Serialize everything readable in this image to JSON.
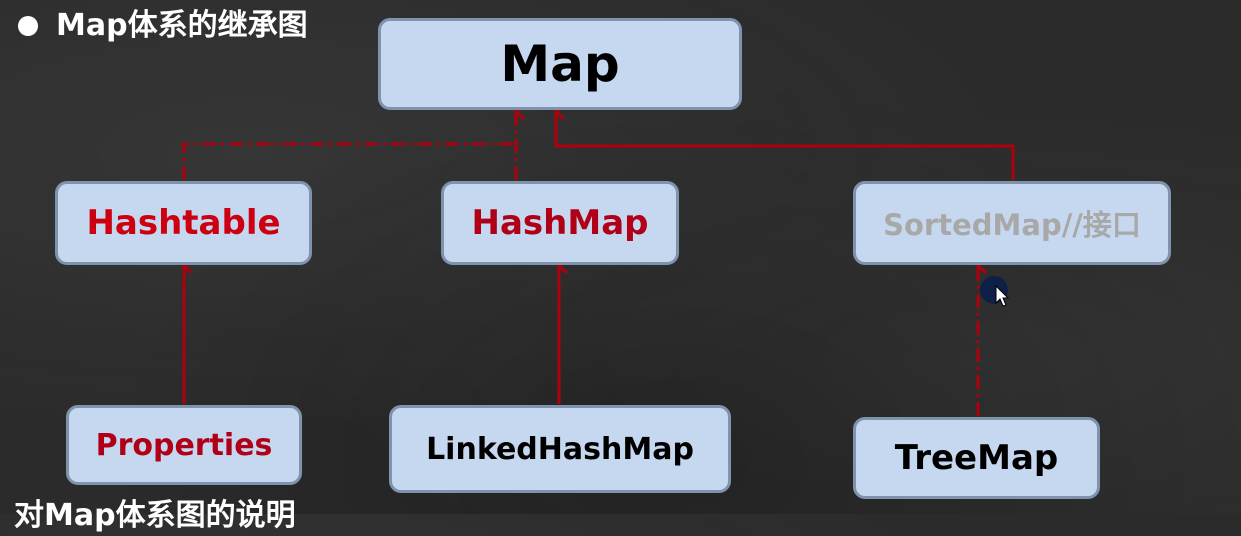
{
  "title": "Map体系的继承图",
  "footer_text": "对Map体系图的说明",
  "colors": {
    "background": "#2b2b2b",
    "node_fill": "#c6d8ef",
    "node_border": "#7f93ad",
    "edge": "#b0000b",
    "text_dark": "#000000",
    "text_red": "#cc0010",
    "text_darkred": "#b00018",
    "text_gray": "#a8a8a8"
  },
  "nodes": {
    "map": "Map",
    "hashtable": "Hashtable",
    "hashmap": "HashMap",
    "sortedmap": "SortedMap//接口",
    "properties": "Properties",
    "linkedhashmap": "LinkedHashMap",
    "treemap": "TreeMap"
  },
  "edges": [
    {
      "from": "Hashtable",
      "to": "Map",
      "style": "dash-dot"
    },
    {
      "from": "HashMap",
      "to": "Map",
      "style": "dash-dot"
    },
    {
      "from": "SortedMap//接口",
      "to": "Map",
      "style": "solid"
    },
    {
      "from": "Properties",
      "to": "Hashtable",
      "style": "solid"
    },
    {
      "from": "LinkedHashMap",
      "to": "HashMap",
      "style": "solid"
    },
    {
      "from": "TreeMap",
      "to": "SortedMap//接口",
      "style": "dash-dot"
    }
  ]
}
